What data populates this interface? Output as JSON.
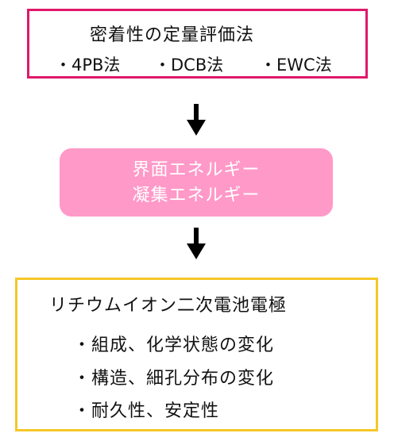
{
  "top_box": {
    "title": "密着性の定量評価法",
    "bullet": "・",
    "methods": [
      "4PB法",
      "DCB法",
      "EWC法"
    ],
    "border_color": "#e0186a"
  },
  "middle_box": {
    "lines": [
      "界面エネルギー",
      "凝集エネルギー"
    ],
    "fill_color": "#ff99c8"
  },
  "bottom_box": {
    "title": "リチウムイオン二次電池電極",
    "items": [
      {
        "bullet": "・ ",
        "text": "組成、化学状態の変化"
      },
      {
        "bullet": "・",
        "text": "構造、細孔分布の変化"
      },
      {
        "bullet": "・",
        "text": "耐久性、安定性"
      }
    ],
    "border_color": "#f5c728"
  },
  "arrows": {
    "color": "#000000"
  }
}
